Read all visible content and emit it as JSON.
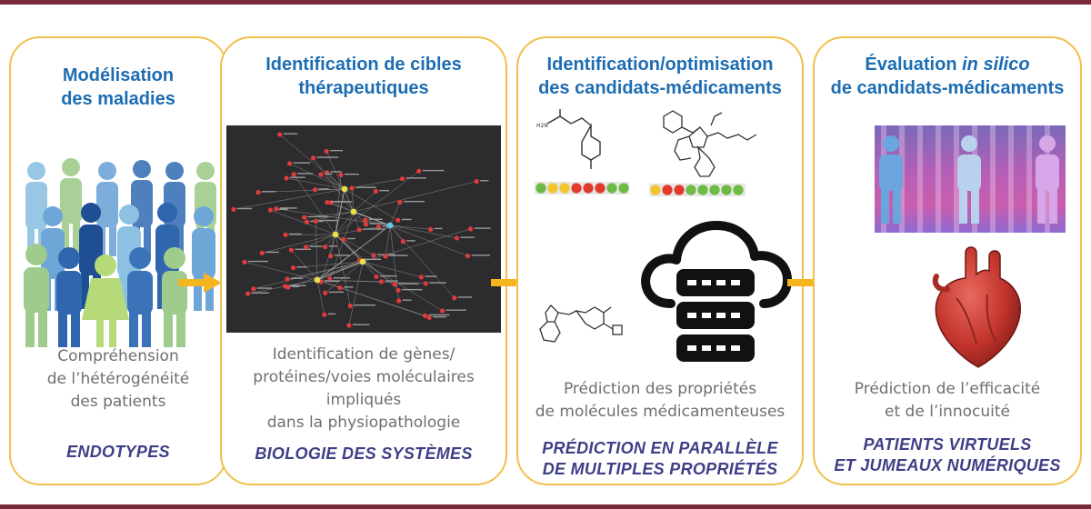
{
  "panels": [
    {
      "title_lines": [
        "Modélisation",
        "des maladies"
      ],
      "desc_lines": [
        "Compréhension",
        "de l’hétérogénéité",
        "des patients"
      ],
      "tag_lines": [
        "ENDOTYPES"
      ]
    },
    {
      "title_lines": [
        "Identification de cibles",
        "thérapeutiques"
      ],
      "desc_lines": [
        "Identification de gènes/",
        "protéines/voies moléculaires",
        "impliqués",
        "dans la physiopathologie"
      ],
      "tag_lines": [
        "BIOLOGIE DES SYSTÈMES"
      ]
    },
    {
      "title_lines": [
        "Identification/optimisation",
        "des candidats-médicaments"
      ],
      "desc_lines": [
        "Prédiction des propriétés",
        "de molécules médicamenteuses"
      ],
      "tag_lines": [
        "PRÉDICTION EN PARALLÈLE",
        "DE MULTIPLES PROPRIÉTÉS"
      ]
    },
    {
      "title_prefix": "Évaluation ",
      "title_italic": "in silico",
      "title_line2": "de candidats-médicaments",
      "desc_lines": [
        "Prédiction de l’efficacité",
        "et de l’innocuité"
      ],
      "tag_lines": [
        "PATIENTS VIRTUELS",
        "ET JUMEAUX NUMÉRIQUES"
      ]
    }
  ],
  "icons": {
    "people": "crowd-of-people-icon",
    "network": "gene-network-graph",
    "molecules": "chemical-structure-icon",
    "cloud": "cloud-database-icon",
    "virtual_patients": "virtual-patient-icon",
    "heart": "heart-icon"
  },
  "colors": {
    "panel_border": "#f2c04a",
    "arrow": "#f5b51e",
    "title": "#1d6db3",
    "tag": "#3f3f88",
    "rule": "#7a2a3a"
  }
}
